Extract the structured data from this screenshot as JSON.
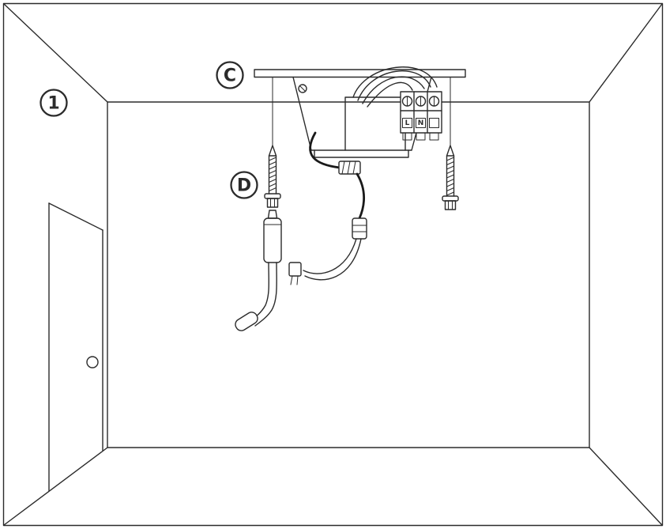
{
  "figure": {
    "step_label": "1",
    "callout_c": "C",
    "callout_d": "D"
  },
  "terminal_block": {
    "terminal_l": "L",
    "terminal_n": "N"
  },
  "colors": {
    "line": "#2b2b2b",
    "background": "#ffffff"
  }
}
